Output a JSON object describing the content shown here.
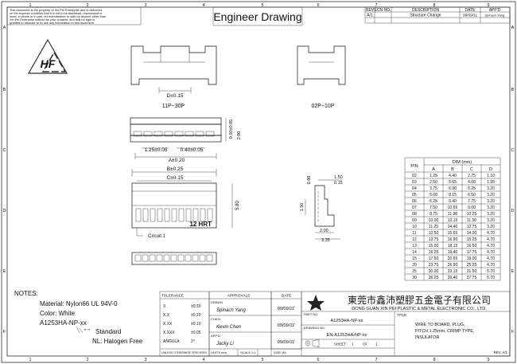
{
  "zone_numbers": [
    "1",
    "2",
    "3",
    "4",
    "5",
    "6",
    "7",
    "8",
    "9"
  ],
  "zone_letters": [
    "A",
    "B",
    "C",
    "D",
    "E",
    "F"
  ],
  "disclaimer": [
    "This document is the property of Xin Pei Enterprise and is delivered",
    "on the express condition that it is not to be disclosed, reproduced or",
    "used, in whole or in part, for manufacture or sale by anyone other than",
    "Xin Pei Enterprise without its prior consent, and that no right is",
    "granted to disclose or to use any information in this document."
  ],
  "title": "Engineer Drawing",
  "revision": {
    "headers": [
      "REV",
      "ECN NO.",
      "DESCRIPTION",
      "DATE",
      "APP'D"
    ],
    "row": [
      "A/1",
      "",
      "Structure Change",
      "09/09/11",
      "Spinach Yang"
    ]
  },
  "logo_text": "HF",
  "views": {
    "left_label": "11P~30P",
    "right_label": "02P~10P",
    "dim_d": "D±0.15",
    "dim_b": "B±0.25",
    "dim_c": "C±0.15",
    "dim_a": "A±0.20",
    "dim_125": "1.25±0.05",
    "dim_040": "0.40±0.05",
    "dim_050": "0.50±0.05",
    "dim_200": "2.00",
    "dim_580": "5.80",
    "dim_080": "0.80",
    "dim_150a": "1.50",
    "dim_015": "0.15",
    "dim_150b": "1.50",
    "dim_200b": "2.00",
    "dim_335": "3.35",
    "circuit": "Circuit 1",
    "model_mark": "12 HRT"
  },
  "dim_table": {
    "unit": "DIM (mm)",
    "pin_header": "PIN",
    "cols": [
      "A",
      "B",
      "C",
      "D"
    ],
    "rows": [
      [
        "02",
        "1.25",
        "4.40",
        "2.75",
        "1.10"
      ],
      [
        "03",
        "2.50",
        "5.65",
        "4.00",
        "1.95"
      ],
      [
        "04",
        "3.75",
        "6.90",
        "5.25",
        "3.20"
      ],
      [
        "05",
        "5.00",
        "8.15",
        "6.50",
        "3.20"
      ],
      [
        "06",
        "6.25",
        "9.40",
        "7.75",
        "3.20"
      ],
      [
        "07",
        "7.50",
        "10.65",
        "9.00",
        "3.20"
      ],
      [
        "08",
        "8.75",
        "11.90",
        "10.25",
        "3.20"
      ],
      [
        "09",
        "10.00",
        "13.15",
        "11.50",
        "3.20"
      ],
      [
        "10",
        "11.25",
        "14.40",
        "12.75",
        "3.20"
      ],
      [
        "11",
        "12.50",
        "15.65",
        "14.00",
        "4.70"
      ],
      [
        "12",
        "13.75",
        "16.90",
        "15.25",
        "4.70"
      ],
      [
        "13",
        "15.00",
        "18.15",
        "16.50",
        "4.70"
      ],
      [
        "14",
        "16.25",
        "19.40",
        "17.75",
        "4.70"
      ],
      [
        "15",
        "17.50",
        "20.65",
        "19.00",
        "4.70"
      ],
      [
        "20",
        "23.75",
        "26.90",
        "25.25",
        "4.70"
      ],
      [
        "25",
        "30.00",
        "33.15",
        "31.50",
        "5.70"
      ],
      [
        "30",
        "36.25",
        "39.40",
        "37.75",
        "5.70"
      ]
    ]
  },
  "notes": {
    "heading": "NOTES:",
    "material": "Material: Nylon66 UL 94V-0",
    "color": "Color: White",
    "part": "A1253HA-NP-xx",
    "std_sym": "\" \"",
    "std_text": "Standard",
    "nl_text": "NL: Halogen Free"
  },
  "tolerance": {
    "header": "TOLERANCE",
    "rows": [
      [
        "X.",
        "±0.30"
      ],
      [
        "X.X",
        "±0.20"
      ],
      [
        "X.XX",
        "±0.10"
      ],
      [
        "X.XXX",
        "±0.05"
      ],
      [
        "ANGULA",
        "2°"
      ]
    ],
    "footer": "UNLESS OTHERWISE SPECIFIED"
  },
  "approvals": {
    "header": "APPROVALS",
    "date_header": "DATE",
    "rows": [
      {
        "role": "DRAWN",
        "name": "Spinach Yang",
        "date": "09/09/11'"
      },
      {
        "role": "CHK'D",
        "name": "Kevin Chen",
        "date": "09/09/11'"
      },
      {
        "role": "APP'D",
        "name": "Jacky Li",
        "date": "09/09/11'"
      }
    ],
    "units": "UNITS  mm",
    "scale": "SCALE",
    "scale_val": "1:1",
    "size": "SIZE: A4"
  },
  "company": {
    "cn": "東莞市鑫沛塑膠五金電子有限公司",
    "en": "DONG GUAN XIN PEI PLASTIC & METAL ELECTRONIC CO., LTD.",
    "part_label": "PART NO.",
    "part_no": "A1253HA-NP-xx",
    "drawing_label": "DRAWING NO.",
    "drawing_no": "EN-A1253HA-NP-xx",
    "sheet": "SHEET",
    "sheet_no": "1",
    "of": "OF",
    "of_no": "1",
    "title_label": "TITLE:",
    "title_lines": [
      "WIRE TO BOARD, PLUG,",
      "PITCH 1.25mm, CRIMP TYPE,",
      "INSULATOR"
    ],
    "rev": "REV. A/1"
  }
}
